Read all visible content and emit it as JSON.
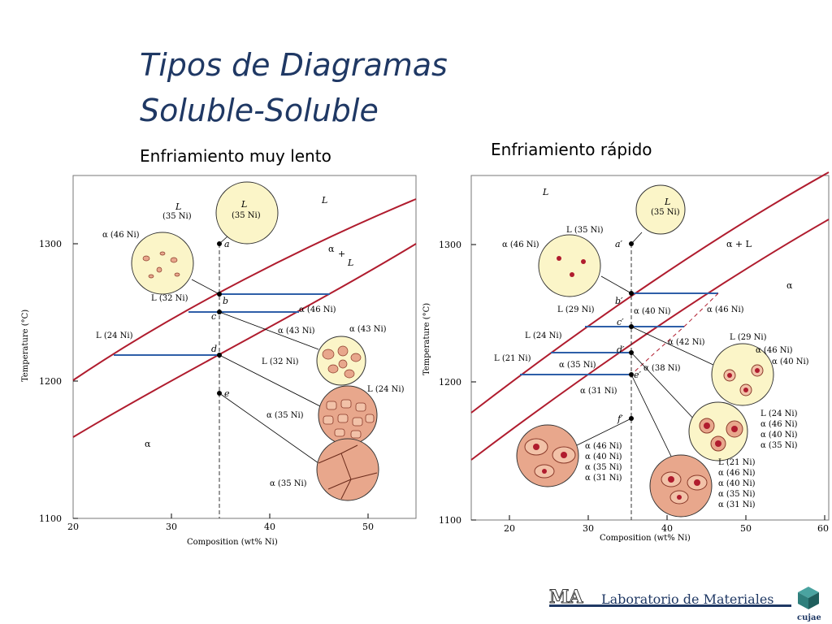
{
  "slide": {
    "title_line1": "Tipos de Diagramas",
    "title_line2": "Soluble-Soluble",
    "subtitle_left": "Enfriamiento muy lento",
    "subtitle_right": "Enfriamiento rápido"
  },
  "axes": {
    "ylabel": "Temperature (°C)",
    "xlabel": "Composition (wt% Ni)",
    "left_x_ticks": [
      "20",
      "30",
      "40",
      "50"
    ],
    "right_x_ticks": [
      "20",
      "30",
      "40",
      "50",
      "60"
    ],
    "y_ticks": [
      "1300",
      "1200",
      "1100"
    ]
  },
  "left_diagram": {
    "region_L": "L",
    "region_aL_top": "α",
    "region_aL_plus": "+",
    "region_aL_L": "L",
    "region_alpha": "α",
    "points": [
      "a",
      "b",
      "c",
      "d",
      "e"
    ],
    "labels": {
      "L35": "L",
      "L35n": "(35 Ni)",
      "Lb": "L",
      "Lbn": "(35 Ni)",
      "a46": "α (46 Ni)",
      "L32": "L (32 Ni)",
      "a46b": "α (46 Ni)",
      "a43a": "α (43 Ni)",
      "a43b": "α (43 Ni)",
      "L24": "L (24 Ni)",
      "L32b": "L (32 Ni)",
      "L24b": "L (24 Ni)",
      "a35": "α (35 Ni)",
      "a35b": "α (35 Ni)",
      "alpha": "α"
    }
  },
  "right_diagram": {
    "region_L": "L",
    "region_aL": "α + L",
    "region_alpha": "α",
    "points": [
      "a′",
      "b′",
      "c′",
      "d′",
      "e′",
      "f′"
    ],
    "labels": {
      "L35": "L",
      "L35n": "(35 Ni)",
      "L35b": "L (35 Ni)",
      "a46": "α (46 Ni)",
      "a46b": "α (46 Ni)",
      "L29": "L (29 Ni)",
      "a40": "α (40 Ni)",
      "L24": "L (24 Ni)",
      "a42": "α (42 Ni)",
      "L21": "L (21 Ni)",
      "a35": "α (35 Ni)",
      "a38": "α (38 Ni)",
      "a31": "α (31 Ni)",
      "g1_L29": "L (29 Ni)",
      "g1_a46": "α (46 Ni)",
      "g1_a40": "α (40 Ni)",
      "g2_L24": "L (24 Ni)",
      "g2_a46": "α (46 Ni)",
      "g2_a40": "α (40 Ni)",
      "g2_a35": "α (35 Ni)",
      "g3_a46": "α (46 Ni)",
      "g3_a40": "α (40 Ni)",
      "g3_a35": "α (35 Ni)",
      "g3_a31": "α (31 Ni)",
      "g4_L21": "L (21 Ni)",
      "g4_a46": "α (46 Ni)",
      "g4_a40": "α (40 Ni)",
      "g4_a35": "α (35 Ni)",
      "g4_a31": "α (31 Ni)"
    }
  },
  "footer": {
    "lab": "Laboratorio de Materiales",
    "brand": "cujae"
  },
  "colors": {
    "title": "#1f3864",
    "curve": "#b01c2e",
    "tieline": "#2e5fa8",
    "liquid_fill": "#fbf5c8",
    "solid_fill": "#e8a78c"
  }
}
